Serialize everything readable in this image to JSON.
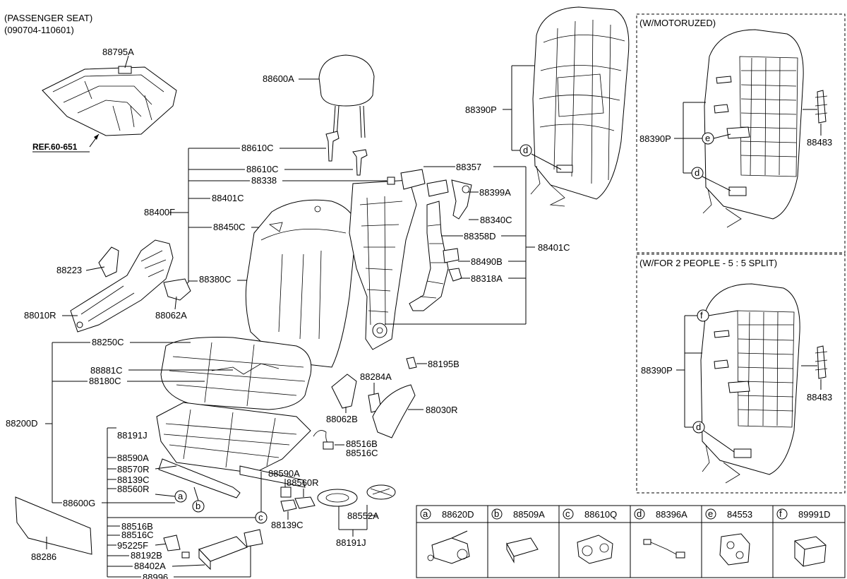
{
  "header": {
    "line1": "(PASSENGER SEAT)",
    "line2": "(090704-110601)"
  },
  "ref_label": "REF.60-651",
  "parts": {
    "p88795A": "88795A",
    "p88600A": "88600A",
    "p88610C_1": "88610C",
    "p88610C_2": "88610C",
    "p88338": "88338",
    "p88401C_1": "88401C",
    "p88400F": "88400F",
    "p88450C": "88450C",
    "p88380C": "88380C",
    "p88223": "88223",
    "p88010R": "88010R",
    "p88062A": "88062A",
    "p88250C": "88250C",
    "p88881C": "88881C",
    "p88180C": "88180C",
    "p88200D": "88200D",
    "p88191J_1": "88191J",
    "p88590A_1": "88590A",
    "p88570R": "88570R",
    "p88139C_1": "88139C",
    "p88560R_1": "88560R",
    "p88600G": "88600G",
    "p88516B_1": "88516B",
    "p88516C_1": "88516C",
    "p95225F": "95225F",
    "p88192B": "88192B",
    "p88402A": "88402A",
    "p88996": "88996",
    "p88286": "88286",
    "p88357": "88357",
    "p88399A": "88399A",
    "p88340C": "88340C",
    "p88358D": "88358D",
    "p88401C_2": "88401C",
    "p88490B": "88490B",
    "p88318A": "88318A",
    "p88195B": "88195B",
    "p88284A": "88284A",
    "p88062B": "88062B",
    "p88030R": "88030R",
    "p88516B_2": "88516B",
    "p88516C_2": "88516C",
    "p88590A_2": "88590A",
    "p88560R_2": "88560R",
    "p88139C_2": "88139C",
    "p88552A": "88552A",
    "p88191J_2": "88191J",
    "p88390P_1": "88390P"
  },
  "inset_motorized": {
    "title": "(W/MOTORUZED)",
    "p88390P": "88390P",
    "p88483": "88483"
  },
  "inset_split": {
    "title": "(W/FOR 2 PEOPLE - 5 : 5 SPLIT)",
    "p88390P": "88390P",
    "p88483": "88483"
  },
  "callouts": {
    "a": "a",
    "b": "b",
    "c": "c",
    "d": "d",
    "e": "e",
    "f": "f"
  },
  "legend": [
    {
      "key": "a",
      "part": "88620D"
    },
    {
      "key": "b",
      "part": "88509A"
    },
    {
      "key": "c",
      "part": "88610Q"
    },
    {
      "key": "d",
      "part": "88396A"
    },
    {
      "key": "e",
      "part": "84553"
    },
    {
      "key": "f",
      "part": "89991D"
    }
  ]
}
